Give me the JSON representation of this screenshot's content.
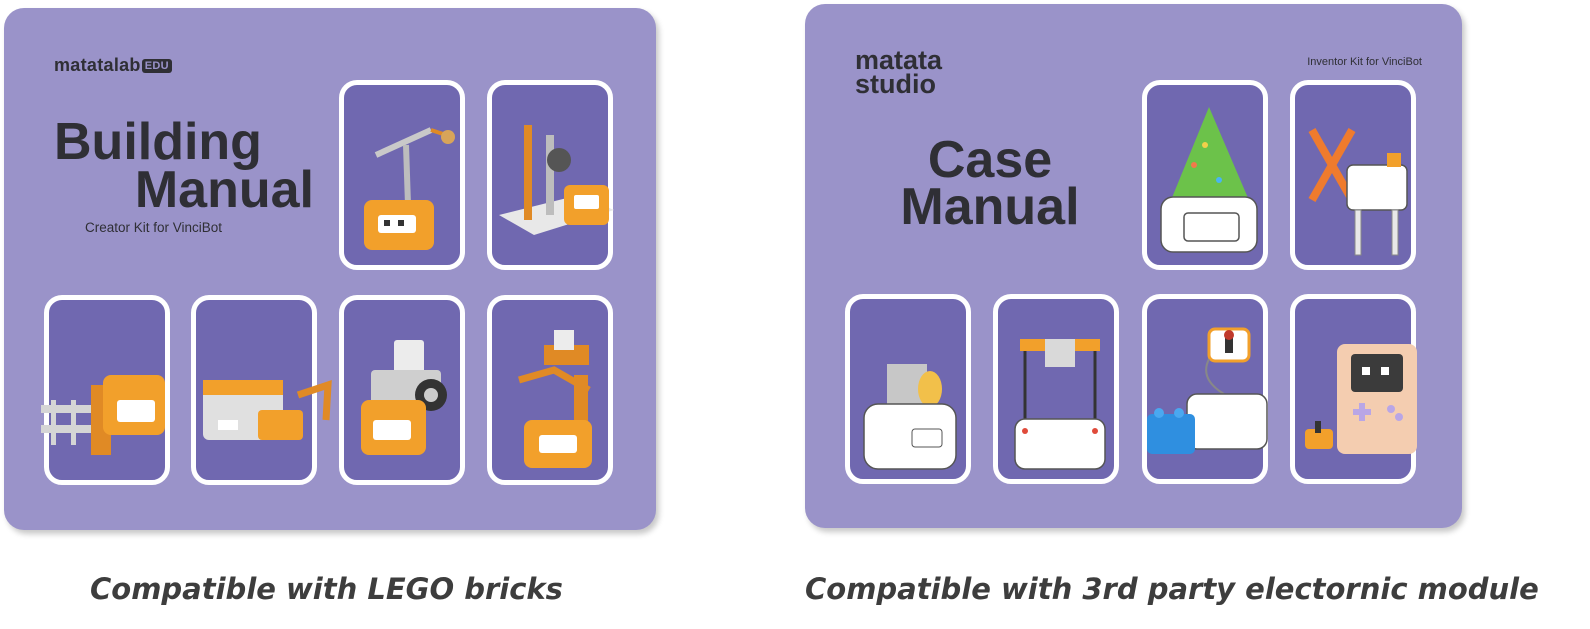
{
  "cover_left": {
    "logo": {
      "brand": "matatalab",
      "badge": "EDU"
    },
    "title_line1": "Building",
    "title_line2": "Manual",
    "subtitle": "Creator Kit for VinciBot",
    "tiles": [
      {
        "icon": "robot-arm-model-icon"
      },
      {
        "icon": "crane-lift-model-icon"
      },
      {
        "icon": "ladder-truck-model-icon"
      },
      {
        "icon": "claw-car-model-icon"
      },
      {
        "icon": "wheel-robot-model-icon"
      },
      {
        "icon": "grabber-arm-model-icon"
      }
    ]
  },
  "cover_right": {
    "logo": {
      "line1": "matata",
      "line2": "studio"
    },
    "kit_label": "Inventor Kit for VinciBot",
    "title_line1": "Case",
    "title_line2": "Manual",
    "tiles": [
      {
        "icon": "christmas-tree-model-icon"
      },
      {
        "icon": "windmill-model-icon"
      },
      {
        "icon": "swing-model-icon"
      },
      {
        "icon": "cage-model-icon"
      },
      {
        "icon": "joystick-module-model-icon"
      },
      {
        "icon": "handheld-console-model-icon"
      }
    ]
  },
  "captions": {
    "left": "Compatible with LEGO bricks",
    "right": "Compatible with 3rd party electornic module"
  },
  "colors": {
    "cover_bg": "#9a93c9",
    "tile_bg": "#7068b0",
    "tile_border": "#ffffff",
    "text_dark": "#2f2f35",
    "accent_orange": "#f2a02b",
    "caption": "#3d3d3d"
  }
}
